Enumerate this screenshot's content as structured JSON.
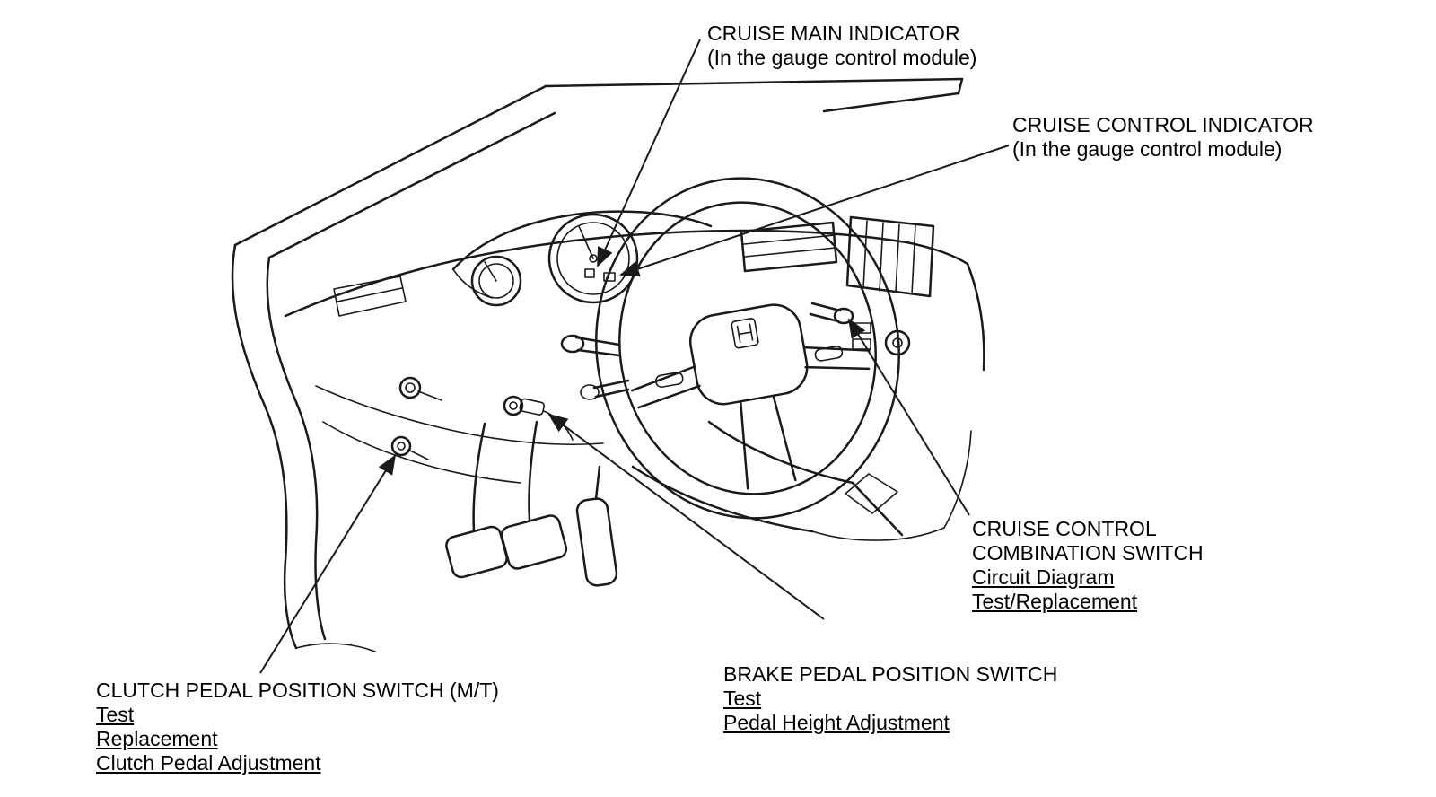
{
  "labels": {
    "cruise_main_indicator": {
      "title": "CRUISE MAIN INDICATOR",
      "subtitle": "(In the gauge control module)"
    },
    "cruise_control_indicator": {
      "title": "CRUISE CONTROL INDICATOR",
      "subtitle": "(In the gauge control module)"
    },
    "cruise_combination_switch": {
      "title_line1": "CRUISE CONTROL",
      "title_line2": "COMBINATION SWITCH",
      "links": [
        "Circuit Diagram",
        "Test/Replacement"
      ]
    },
    "clutch_pedal_switch": {
      "title": "CLUTCH PEDAL POSITION SWITCH (M/T)",
      "links": [
        "Test",
        "Replacement",
        "Clutch Pedal Adjustment"
      ]
    },
    "brake_pedal_switch": {
      "title": "BRAKE PEDAL POSITION SWITCH",
      "links": [
        "Test",
        "Pedal Height Adjustment"
      ]
    }
  },
  "colors": {
    "line": "#1a1a1a",
    "background": "#ffffff",
    "text": "#000000"
  }
}
